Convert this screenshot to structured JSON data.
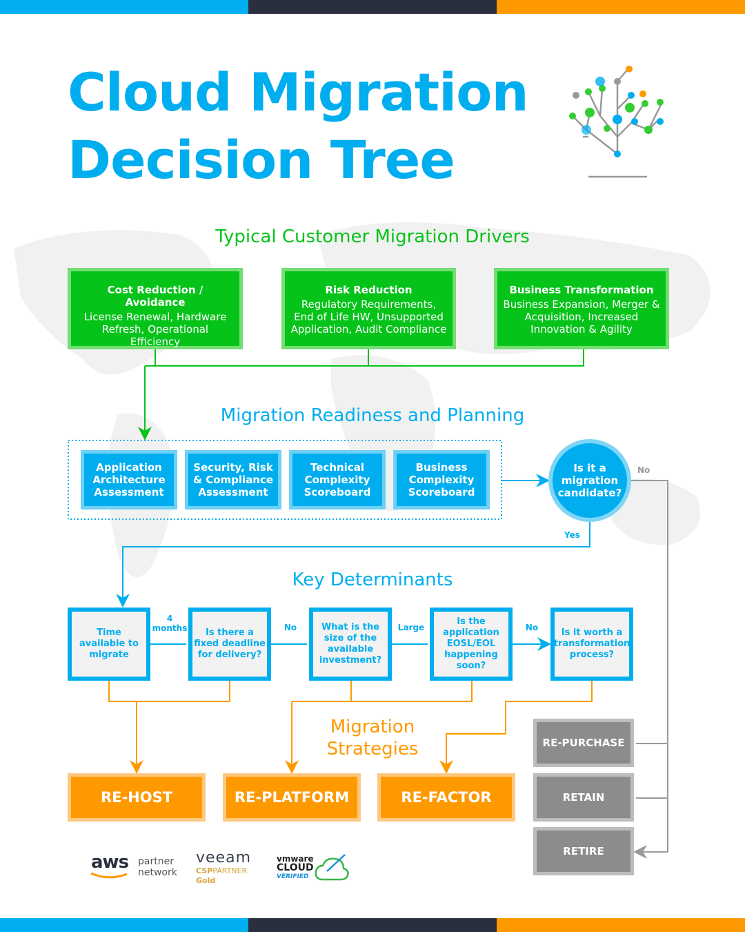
{
  "colors": {
    "blue": "#00aeef",
    "green": "#06c31a",
    "orange": "#ff9900",
    "gray": "#8c8c8c",
    "dark": "#2a2f3e"
  },
  "title": {
    "line1": "Cloud Migration",
    "line2": "Decision Tree"
  },
  "drivers": {
    "heading": "Typical Customer Migration Drivers",
    "items": [
      {
        "title": "Cost Reduction / Avoidance",
        "text": "License Renewal, Hardware Refresh, Operational Efficiency"
      },
      {
        "title": "Risk Reduction",
        "text": "Regulatory Requirements, End of Life HW, Unsupported Application, Audit Compliance"
      },
      {
        "title": "Business Transformation",
        "text": "Business Expansion, Merger & Acquisition, Increased Innovation & Agility"
      }
    ]
  },
  "readiness": {
    "heading": "Migration Readiness and Planning",
    "items": [
      "Application Architecture Assessment",
      "Security, Risk & Compliance Assessment",
      "Technical Complexity Scoreboard",
      "Business Complexity Scoreboard"
    ],
    "decision": "Is it a migration candidate?",
    "no": "No",
    "yes": "Yes"
  },
  "determinants": {
    "heading": "Key Determinants",
    "items": [
      "Time available to migrate",
      "Is there a fixed deadline for delivery?",
      "What is the size of the available investment?",
      "Is the application EOSL/EOL happening soon?",
      "Is it worth a transformation process?"
    ],
    "edges": [
      "4 months",
      "No",
      "Large",
      "No"
    ]
  },
  "strategies": {
    "heading1": "Migration",
    "heading2": "Strategies",
    "items": [
      "RE-HOST",
      "RE-PLATFORM",
      "RE-FACTOR"
    ],
    "other": [
      "RE-PURCHASE",
      "RETAIN",
      "RETIRE"
    ]
  },
  "logos": {
    "aws": "aws",
    "aws_sub1": "partner",
    "aws_sub2": "network",
    "veeam": "veeam",
    "veeam_sub1": "CSP",
    "veeam_sub1b": "PARTNER",
    "veeam_sub2": "Gold",
    "vmware": "vmware",
    "vmware_sub1": "CLOUD",
    "vmware_sub2": "VERIFIED"
  }
}
